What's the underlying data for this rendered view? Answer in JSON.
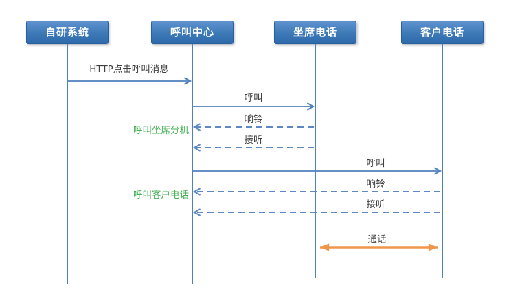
{
  "diagram": {
    "type": "sequence-diagram",
    "actors": [
      {
        "label": "自研系统"
      },
      {
        "label": "呼叫中心"
      },
      {
        "label": "坐席电话"
      },
      {
        "label": "客户电话"
      }
    ],
    "messages": [
      {
        "label": "HTTP点击呼叫消息",
        "from": "自研系统",
        "to": "呼叫中心",
        "style": "solid"
      },
      {
        "label": "呼叫",
        "from": "呼叫中心",
        "to": "坐席电话",
        "style": "solid"
      },
      {
        "label": "响铃",
        "from": "坐席电话",
        "to": "呼叫中心",
        "style": "dashed"
      },
      {
        "label": "接听",
        "from": "坐席电话",
        "to": "呼叫中心",
        "style": "dashed"
      },
      {
        "label": "呼叫",
        "from": "呼叫中心",
        "to": "客户电话",
        "style": "solid"
      },
      {
        "label": "响铃",
        "from": "客户电话",
        "to": "呼叫中心",
        "style": "dashed"
      },
      {
        "label": "接听",
        "from": "客户电话",
        "to": "呼叫中心",
        "style": "dashed"
      },
      {
        "label": "通话",
        "from": "坐席电话",
        "to": "客户电话",
        "style": "orange-double"
      }
    ],
    "side_notes": [
      {
        "label": "呼叫坐席分机"
      },
      {
        "label": "呼叫客户电话"
      }
    ],
    "colors": {
      "actor_fill_top": "#5e93cf",
      "actor_fill_mid": "#3d79b7",
      "actor_fill_bottom": "#2f6aaa",
      "actor_border": "#2a5f9e",
      "line_blue": "#4f81bd",
      "dashed_blue": "#5e88c2",
      "orange": "#f0964b",
      "note_green": "#44b054",
      "label_text": "#3f3f3f"
    }
  }
}
